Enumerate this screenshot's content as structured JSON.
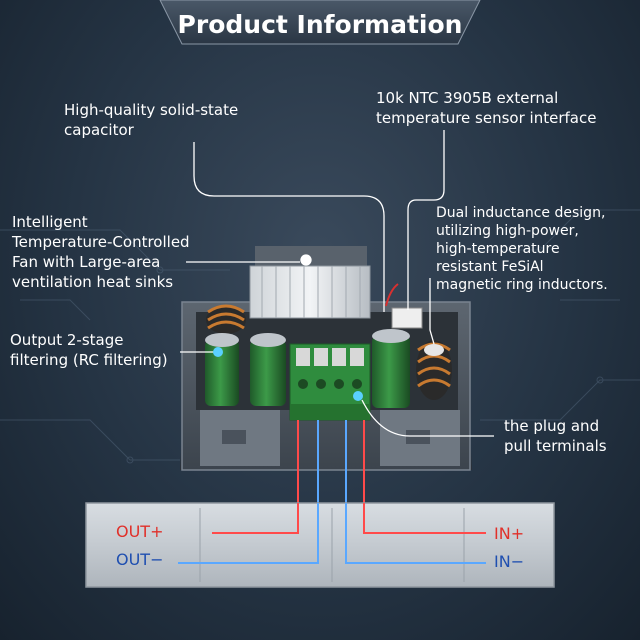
{
  "title": "Product Information",
  "labels": {
    "capacitor": [
      "High-quality solid-state",
      "capacitor"
    ],
    "ntc": [
      "10k NTC 3905B external",
      "temperature sensor interface"
    ],
    "fan": [
      "Intelligent",
      "Temperature-Controlled",
      "Fan with Large-area",
      "ventilation heat sinks"
    ],
    "inductance": [
      "Dual inductance design,",
      "utilizing high-power,",
      "high-temperature",
      "resistant FeSiAl",
      "magnetic ring inductors."
    ],
    "filtering": [
      "Output 2-stage",
      "filtering (RC filtering)"
    ],
    "terminals": [
      "the plug and",
      "pull terminals"
    ]
  },
  "plate": {
    "out_plus": "OUT+",
    "out_minus": "OUT−",
    "in_plus": "IN+",
    "in_minus": "IN−"
  },
  "colors": {
    "accent_red": "#e0302a",
    "accent_blue": "#1f4fb0",
    "wire_red": "#ff4a4a",
    "wire_blue": "#5aa8ff"
  }
}
